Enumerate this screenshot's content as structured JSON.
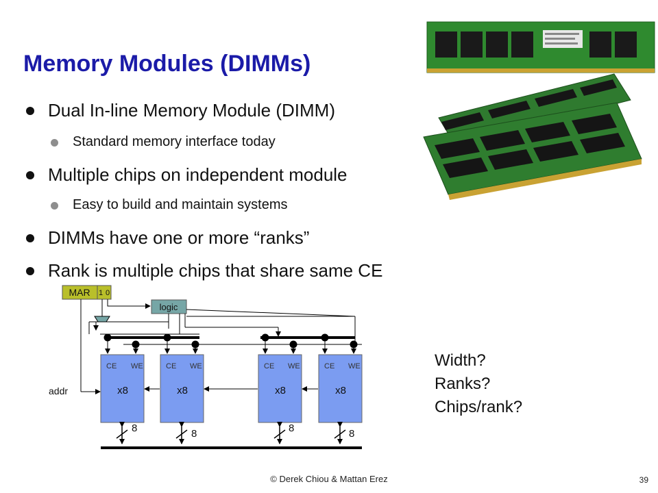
{
  "title": "Memory Modules (DIMMs)",
  "bullets": [
    {
      "level": 1,
      "text": "Dual In-line Memory Module (DIMM)"
    },
    {
      "level": 2,
      "text": "Standard memory interface today"
    },
    {
      "level": 1,
      "text": "Multiple chips on independent module"
    },
    {
      "level": 2,
      "text": "Easy to build and maintain systems"
    },
    {
      "level": 1,
      "text": "DIMMs have one or more “ranks”"
    },
    {
      "level": 1,
      "text": "Rank is multiple chips that share same CE"
    }
  ],
  "diagram": {
    "mar_label": "MAR",
    "mar_bits": [
      "1",
      "0"
    ],
    "logic_label": "logic",
    "addr_label": "addr",
    "chips": [
      {
        "ce": "CE",
        "we": "WE",
        "label": "x8",
        "width": "8"
      },
      {
        "ce": "CE",
        "we": "WE",
        "label": "x8",
        "width": "8"
      },
      {
        "ce": "CE",
        "we": "WE",
        "label": "x8",
        "width": "8"
      },
      {
        "ce": "CE",
        "we": "WE",
        "label": "x8",
        "width": "8"
      }
    ]
  },
  "questions": [
    "Width?",
    "Ranks?",
    "Chips/rank?"
  ],
  "footer": "© Derek Chiou & Mattan Erez",
  "page_number": "39",
  "colors": {
    "title": "#1b1ba8",
    "chip": "#7b9cf1",
    "mar": "#b9bf2a",
    "logic": "#76a6a6",
    "pcb": "#2f7d2f"
  }
}
